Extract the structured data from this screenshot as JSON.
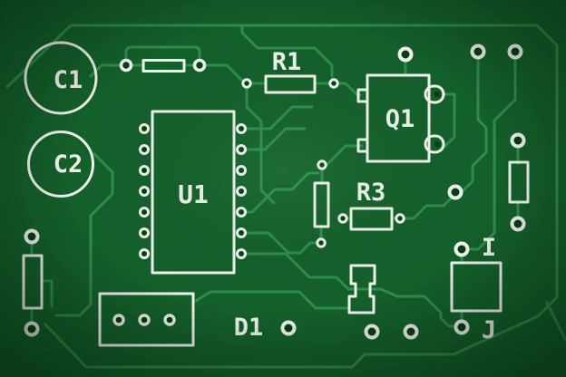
{
  "colors": {
    "board": "#14602b",
    "trace": "#2f8d4b",
    "silkscreen": "#edf2ed",
    "hole": "#093d18"
  },
  "labels": {
    "c1": "C1",
    "c2": "C2",
    "u1": "U1",
    "r1": "R1",
    "q1": "Q1",
    "r3": "R3",
    "d1": "D1",
    "i": "I",
    "j": "J"
  }
}
